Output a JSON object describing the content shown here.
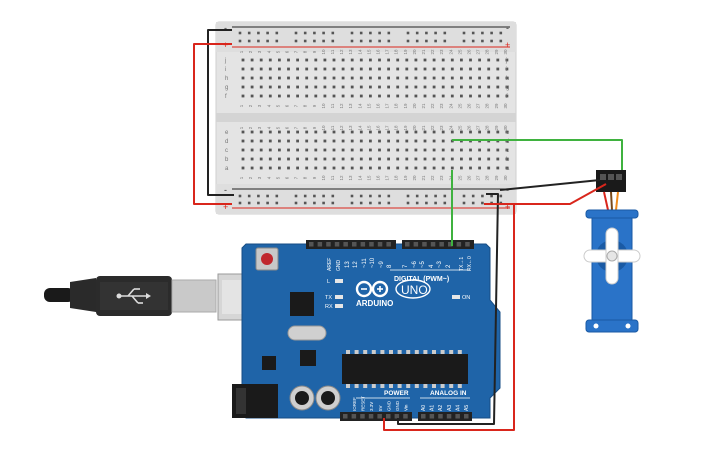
{
  "breadboard": {
    "columns": [
      "1",
      "2",
      "3",
      "4",
      "5",
      "6",
      "7",
      "8",
      "9",
      "10",
      "11",
      "12",
      "13",
      "14",
      "15",
      "16",
      "17",
      "18",
      "19",
      "20",
      "21",
      "22",
      "23",
      "24",
      "25",
      "26",
      "27",
      "28",
      "29",
      "30"
    ],
    "rows_top": [
      "j",
      "i",
      "h",
      "g",
      "f"
    ],
    "rows_bottom": [
      "e",
      "d",
      "c",
      "b",
      "a"
    ],
    "rail_plus": "+",
    "rail_minus": "-"
  },
  "arduino": {
    "brand": "ARDUINO",
    "model": "UNO",
    "digital_label": "DIGITAL (PWM~)",
    "power_label": "POWER",
    "analog_label": "ANALOG IN",
    "on_label": "ON",
    "l_label": "L",
    "tx_label": "TX",
    "rx_label": "RX",
    "tx_pin_label": "TX→1",
    "rx_pin_label": "RX←0",
    "aref_label": "AREF",
    "gnd_label": "GND",
    "digital_pins": [
      "13",
      "12",
      "~11",
      "~10",
      "~9",
      "8",
      "7",
      "~6",
      "~5",
      "4",
      "~3",
      "2"
    ],
    "power_pins": [
      "IOREF",
      "RESET",
      "3.3V",
      "5V",
      "GND",
      "GND",
      "Vin"
    ],
    "analog_pins": [
      "A0",
      "A1",
      "A2",
      "A3",
      "A4",
      "A5"
    ]
  },
  "colors": {
    "board": "#1f64a8",
    "board_dark": "#164d82",
    "breadboard": "#e6e6e6",
    "wire_red": "#d9261c",
    "wire_black": "#222222",
    "wire_green": "#3fb23f",
    "servo": "#2a73c8"
  }
}
